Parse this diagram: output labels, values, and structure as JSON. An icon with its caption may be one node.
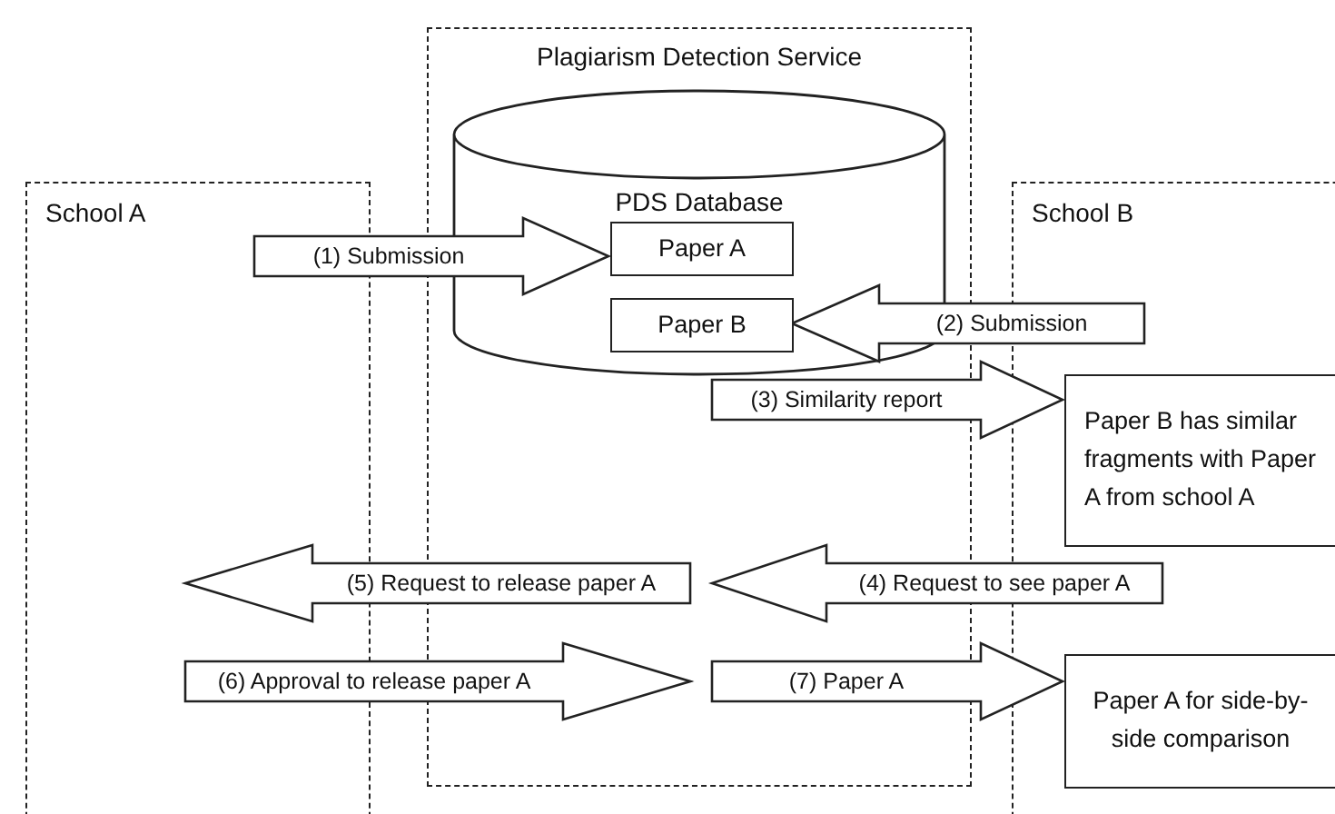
{
  "diagram": {
    "nodes": [
      {
        "text": [
          "School A"
        ]
      },
      {
        "text": [
          "Plagiarism Detection Service"
        ]
      },
      {
        "text": [
          "PDS Database"
        ],
        "in": 1
      },
      {
        "text": [
          "Paper A"
        ],
        "in": 2
      },
      {
        "text": [
          "Paper B"
        ],
        "in": 2
      },
      {
        "text": [
          "School B"
        ]
      },
      {
        "text": [
          "Paper B has similar fragments with Paper A from school A"
        ],
        "in": 5
      },
      {
        "text": [
          "Paper A for side-by-side comparison"
        ],
        "in": 5
      }
    ],
    "edges": [
      {
        "from": 0,
        "to": 3,
        "arrow": "to",
        "label": "(1) Submission"
      },
      {
        "from": 5,
        "to": 4,
        "arrow": "to",
        "label": "(2) Submission"
      },
      {
        "from": 1,
        "to": 6,
        "arrow": "to",
        "label": "(3) Similarity report"
      },
      {
        "from": 5,
        "to": 1,
        "arrow": "to",
        "label": "(4) Request to see paper A"
      },
      {
        "from": 1,
        "to": 0,
        "arrow": "to",
        "label": "(5) Request to release paper A"
      },
      {
        "from": 0,
        "to": 1,
        "arrow": "to",
        "label": "(6) Approval to release paper A"
      },
      {
        "from": 1,
        "to": 7,
        "arrow": "to",
        "label": "(7) Paper A"
      }
    ]
  }
}
